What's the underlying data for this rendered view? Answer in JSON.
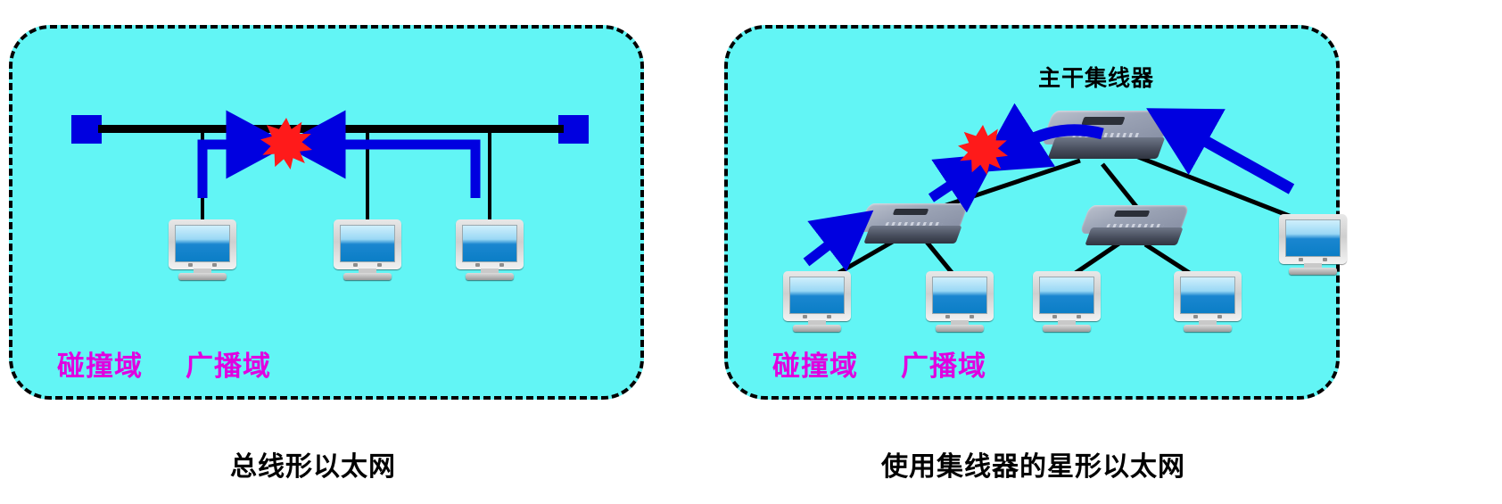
{
  "figure": {
    "background_color": "#ffffff",
    "panel_fill": "#62f5f5",
    "panel_border_color": "#000000",
    "label_color": "#e000e0",
    "arrow_color": "#0000e0",
    "collision_color": "#ff1a1a",
    "terminator_color": "#0000e0"
  },
  "panels": [
    {
      "id": "bus",
      "caption": "总线形以太网",
      "domain_labels": [
        "碰撞域",
        "广播域"
      ],
      "devices": {
        "terminators": 2,
        "computers": 3,
        "hubs": 0,
        "collision_markers": 1,
        "arrows": 2
      }
    },
    {
      "id": "star",
      "caption": "使用集线器的星形以太网",
      "hub_title": "主干集线器",
      "domain_labels": [
        "碰撞域",
        "广播域"
      ],
      "devices": {
        "terminators": 0,
        "computers": 5,
        "hubs": 3,
        "collision_markers": 1,
        "arrows": 4
      }
    }
  ]
}
